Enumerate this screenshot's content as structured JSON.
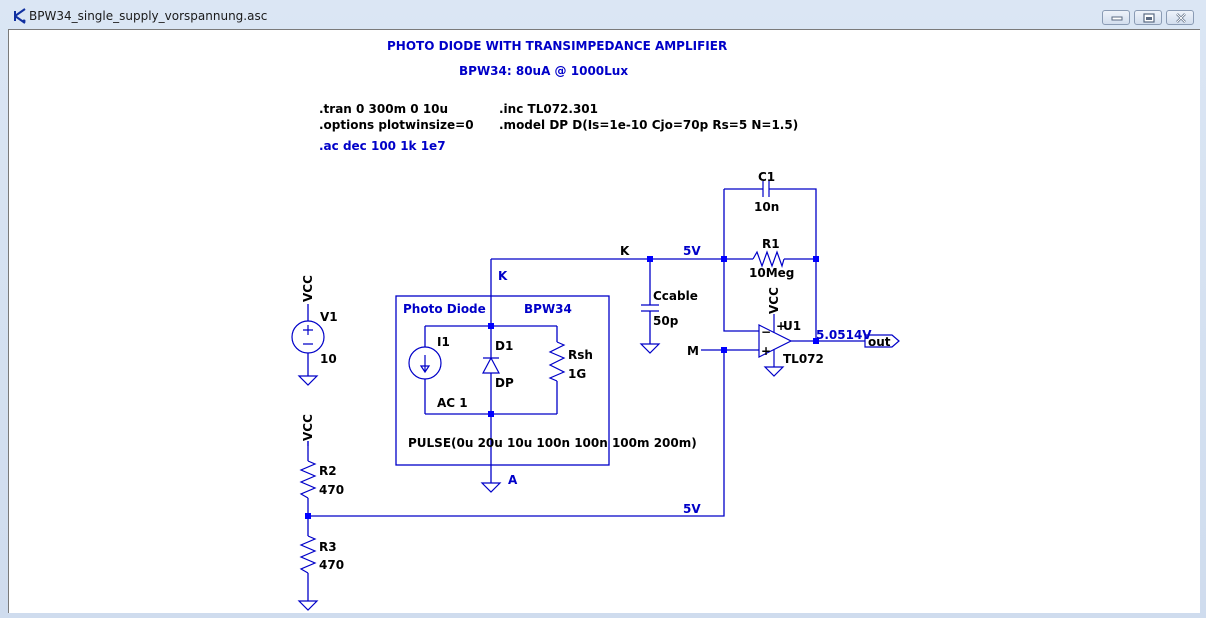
{
  "window": {
    "title": "BPW34_single_supply_vorspannung.asc",
    "controls": [
      "minimize",
      "maximize",
      "close"
    ]
  },
  "comments": {
    "title": "PHOTO DIODE WITH TRANSIMPEDANCE AMPLIFIER",
    "subtitle": "BPW34: 80uA @ 1000Lux",
    "box_label_left": "Photo Diode",
    "box_label_right": "BPW34"
  },
  "directives": {
    "tran": ".tran 0 300m 0 10u",
    "options": ".options plotwinsize=0",
    "ac": ".ac dec 100 1k 1e7",
    "inc": ".inc TL072.301",
    "model": ".model DP D(Is=1e-10 Cjo=70p Rs=5 N=1.5)"
  },
  "components": {
    "v1": {
      "name": "V1",
      "value": "10"
    },
    "i1": {
      "name": "I1",
      "value": "AC 1",
      "pulse": "PULSE(0u 20u 10u 100n 100n 100m 200m)"
    },
    "d1": {
      "name": "D1",
      "value": "DP"
    },
    "rsh": {
      "name": "Rsh",
      "value": "1G"
    },
    "ccable": {
      "name": "Ccable",
      "value": "50p"
    },
    "c1": {
      "name": "C1",
      "value": "10n"
    },
    "r1": {
      "name": "R1",
      "value": "10Meg"
    },
    "u1": {
      "name": "U1",
      "value": "TL072"
    },
    "r2": {
      "name": "R2",
      "value": "470"
    },
    "r3": {
      "name": "R3",
      "value": "470"
    }
  },
  "nets": {
    "vcc": "VCC",
    "k": "K",
    "a": "A",
    "m": "M",
    "out_port": "out",
    "opamp_plus": "+",
    "opamp_minus": "−"
  },
  "annotations": {
    "k_voltage": "5V",
    "mid_voltage": "5V",
    "out_voltage": "5.0514V"
  },
  "colors": {
    "wire": "#0000c8",
    "text": "#000000",
    "comment": "#0000c8",
    "junction": "#0000ff"
  }
}
